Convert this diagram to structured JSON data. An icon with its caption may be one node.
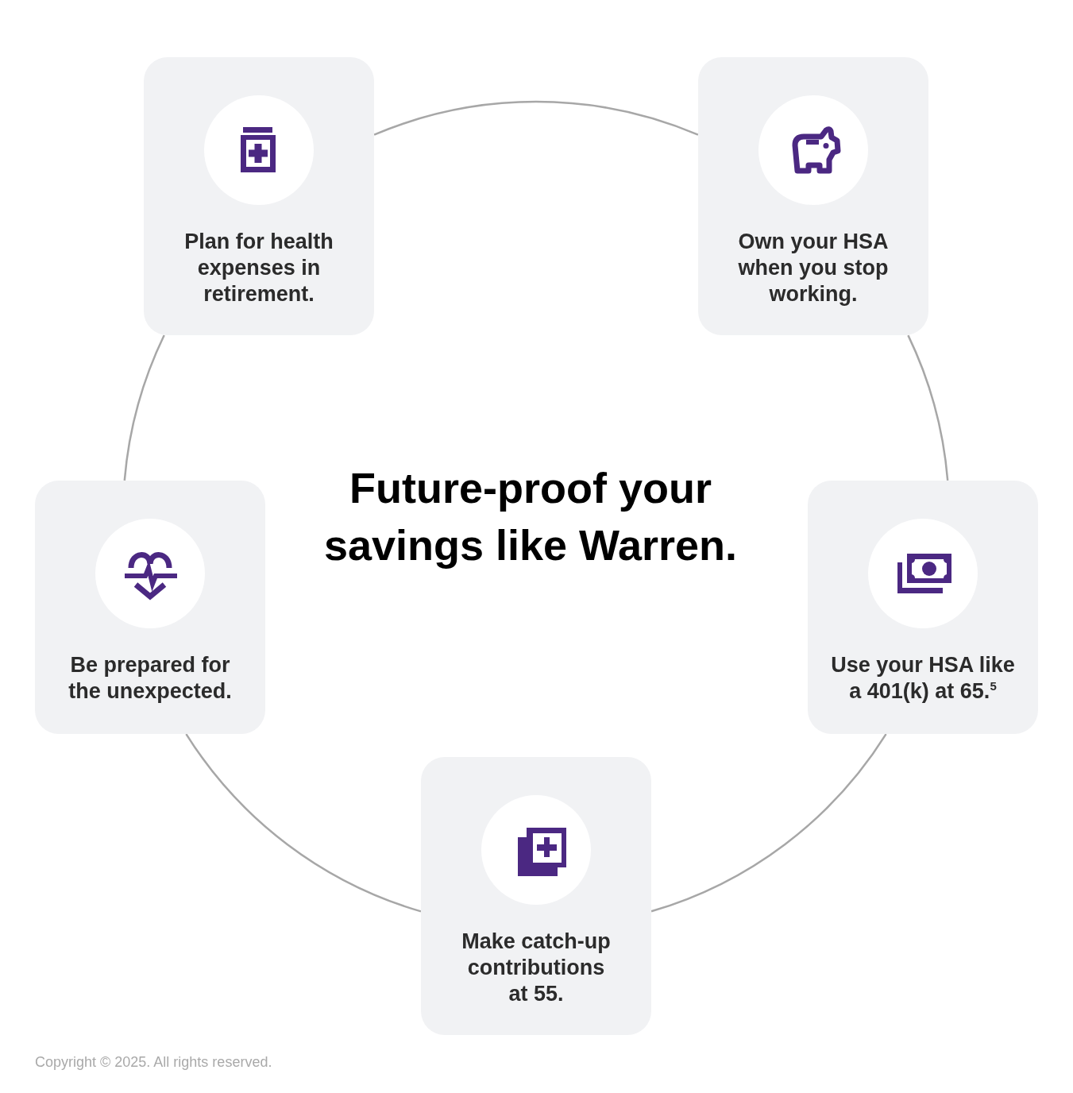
{
  "diagram": {
    "title": "Future-proof your savings like Warren.",
    "nodes": [
      {
        "text": [
          "Plan for health expenses in retirement."
        ]
      },
      {
        "text": [
          "Own your HSA when you stop working."
        ]
      },
      {
        "text": [
          "Be prepared for the unexpected."
        ]
      },
      {
        "text": [
          "Use your HSA like a 401(k) at 65.$^{5}$"
        ]
      },
      {
        "text": [
          "Make catch-up contributions at 55."
        ]
      }
    ],
    "edges": [
      {
        "from": 0,
        "to": 1,
        "arrow": "none"
      },
      {
        "from": 1,
        "to": 3,
        "arrow": "none"
      },
      {
        "from": 3,
        "to": 4,
        "arrow": "none"
      },
      {
        "from": 4,
        "to": 2,
        "arrow": "none"
      },
      {
        "from": 2,
        "to": 0,
        "arrow": "none"
      }
    ],
    "labels": [
      "Copyright © 2025. All rights reserved."
    ]
  }
}
